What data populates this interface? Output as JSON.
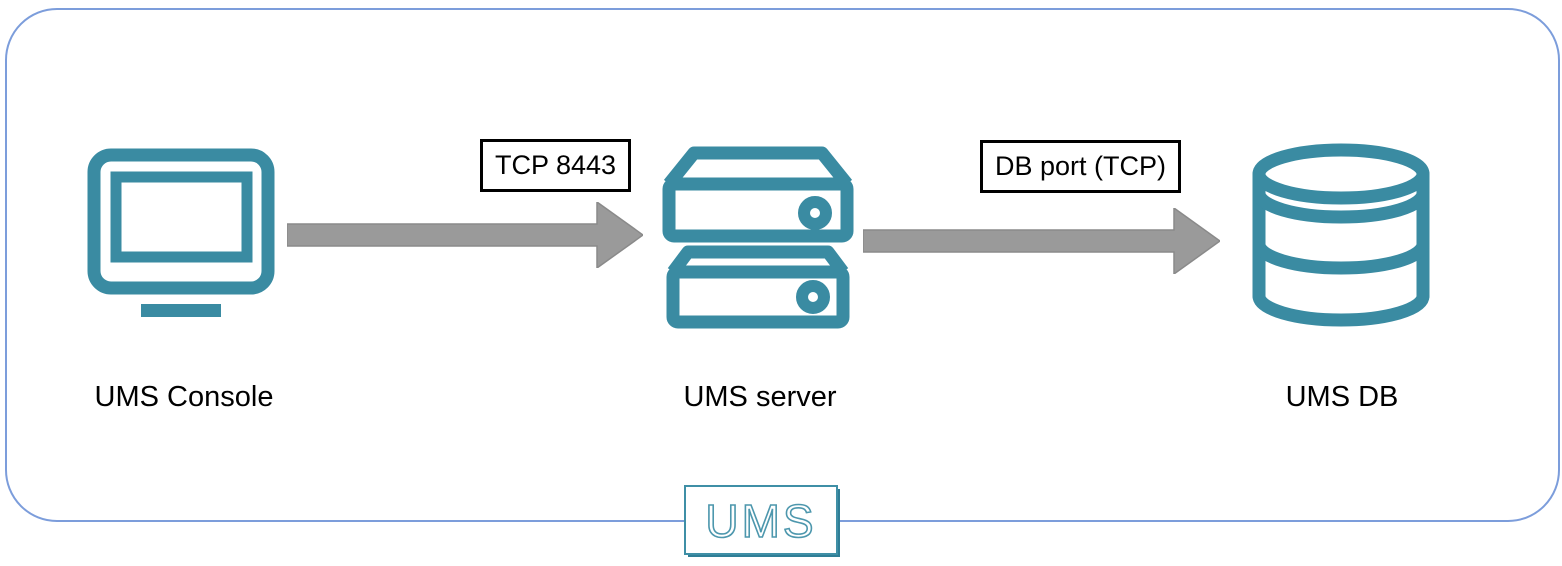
{
  "diagram": {
    "title_context": "UMS architecture port diagram",
    "nodes": [
      {
        "id": "ums-console",
        "label": "UMS Console",
        "icon": "monitor-icon"
      },
      {
        "id": "ums-server",
        "label": "UMS server",
        "icon": "server-stack-icon"
      },
      {
        "id": "ums-db",
        "label": "UMS DB",
        "icon": "database-icon"
      }
    ],
    "edges": [
      {
        "from": "ums-console",
        "to": "ums-server",
        "label": "TCP 8443"
      },
      {
        "from": "ums-server",
        "to": "ums-db",
        "label": "DB port (TCP)"
      }
    ],
    "badge": {
      "label": "UMS"
    },
    "colors": {
      "icon_teal": "#3a8ba2",
      "badge_teal": "#4d97ad",
      "frame_blue": "#7c9ddb",
      "arrow_gray": "#9a9a9a",
      "edge_label_border": "#000000",
      "text": "#000000",
      "background": "#ffffff"
    }
  }
}
